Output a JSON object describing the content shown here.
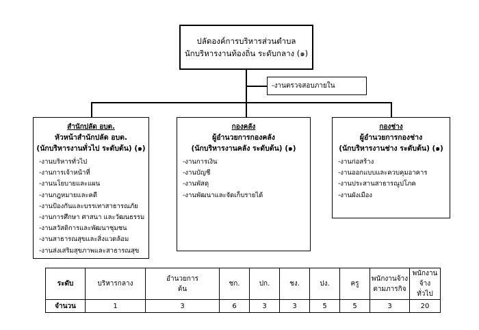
{
  "top": {
    "line1": "ปลัดองค์การบริหารส่วนตำบล",
    "line2": "นักบริหารงานท้องถิ่น ระดับกลาง (๑)"
  },
  "audit": {
    "label": "-งานตรวจสอบภายใน"
  },
  "departments": [
    {
      "name": "สำนักปลัด อบต.",
      "head": "หัวหน้าสำนักปลัด อบต.",
      "position": "(นักบริหารงานทั่วไป ระดับต้น) (๑)",
      "tasks": [
        "-งานบริหารทั่วไป",
        "-งานการเจ้าหน้าที่",
        "-งานนโยบายและแผน",
        "-งานกฎหมายและคดี",
        "-งานป้องกันและบรรเทาสาธารณภัย",
        "-งานการศึกษา ศาสนา และวัฒนธรรม",
        "-งานสวัสดิการและพัฒนาชุมชน",
        "-งานสาธารณสุขและสิ่งแวดล้อม",
        "-งานส่งเสริมสุขภาพและสาธารณสุข"
      ]
    },
    {
      "name": "กองคลัง",
      "head": "ผู้อำนวยการกองคลัง",
      "position": "(นักบริหารงานคลัง ระดับต้น) (๑)",
      "tasks": [
        "-งานการเงิน",
        "-งานบัญชี",
        "-งานพัสดุ",
        "-งานพัฒนาและจัดเก็บรายได้"
      ]
    },
    {
      "name": "กองช่าง",
      "head": "ผู้อำนวยการกองช่าง",
      "position": "(นักบริหารงานช่าง ระดับต้น) (๑)",
      "tasks": [
        "-งานก่อสร้าง",
        "-งานออกแบบและควบคุมอาคาร",
        "-งานประสานสาธารณูปโภค",
        "-งานผังเมือง"
      ]
    }
  ],
  "table": {
    "headers": [
      "ระดับ",
      "บริหารกลาง",
      "อำนวยการ\nต้น",
      "ชก.",
      "ปก.",
      "ชง.",
      "ปง.",
      "ครู",
      "พนักงานจ้าง\nตามภารกิจ",
      "พนักงานจ้าง\nทั่วไป"
    ],
    "row_label": "จำนวน",
    "values": [
      "1",
      "3",
      "6",
      "3",
      "3",
      "5",
      "5",
      "3",
      "20"
    ]
  }
}
